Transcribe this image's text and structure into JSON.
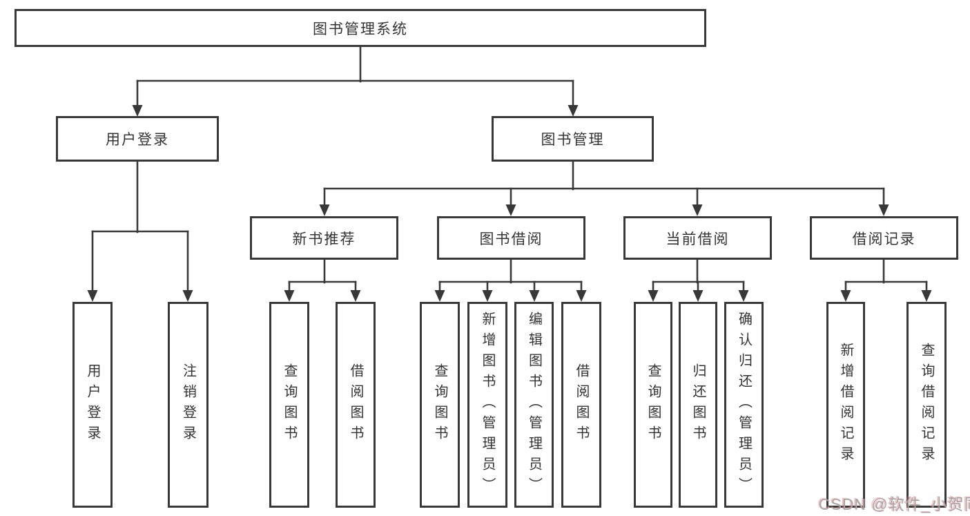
{
  "diagram_title": "图书管理系统",
  "tree": {
    "label": "图书管理系统",
    "children": [
      {
        "label": "用户登录",
        "children": [
          {
            "label": "用户登录"
          },
          {
            "label": "注销登录"
          }
        ]
      },
      {
        "label": "图书管理",
        "children": [
          {
            "label": "新书推荐",
            "children": [
              {
                "label": "查询图书"
              },
              {
                "label": "借阅图书"
              }
            ]
          },
          {
            "label": "图书借阅",
            "children": [
              {
                "label": "查询图书"
              },
              {
                "label": "新增图书（管理员）"
              },
              {
                "label": "编辑图书（管理员）"
              },
              {
                "label": "借阅图书"
              }
            ]
          },
          {
            "label": "当前借阅",
            "children": [
              {
                "label": "查询图书"
              },
              {
                "label": "归还图书"
              },
              {
                "label": "确认归还（管理员）"
              }
            ]
          },
          {
            "label": "借阅记录",
            "children": [
              {
                "label": "新增借阅记录"
              },
              {
                "label": "查询借阅记录"
              }
            ]
          }
        ]
      }
    ]
  },
  "watermark": "CSDN @软件_小贺同学",
  "colors": {
    "line": "#383838",
    "box_border": "#383838",
    "box_fill": "#ffffff",
    "text": "#333333",
    "watermark": "#a6a6a6",
    "background": "#ffffff"
  }
}
